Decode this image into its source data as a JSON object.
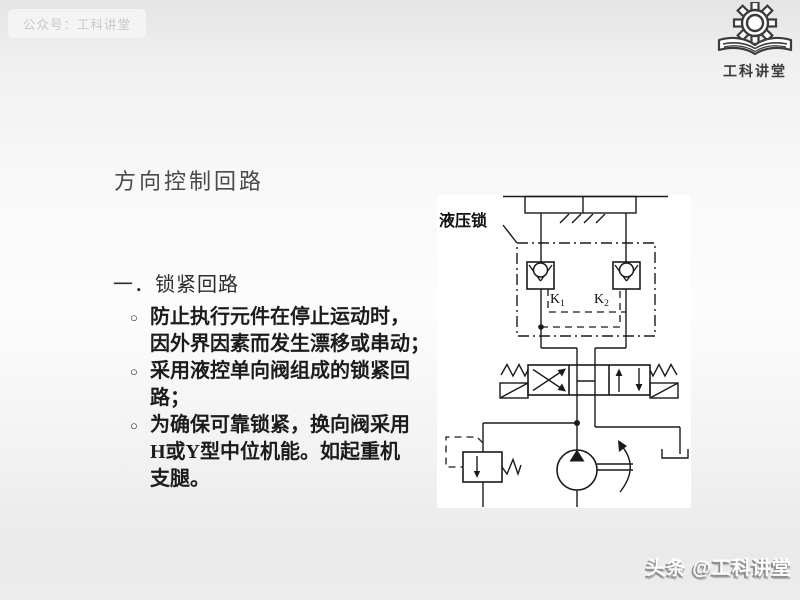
{
  "slide": {
    "badge_text": "公众号：工科讲堂",
    "logo": {
      "name": "工科讲堂"
    },
    "title": "方向控制回路",
    "watermark": "头条 @工科讲堂"
  },
  "content": {
    "heading": "一．锁紧回路",
    "bullet_marker": "○",
    "bullets": [
      {
        "lines": [
          "防止执行元件在停止运动时，",
          "因外界因素而发生漂移或串动；"
        ]
      },
      {
        "lines": [
          "采用液控单向阀组成的锁紧回",
          "路；"
        ]
      },
      {
        "lines": [
          "为确保可靠锁紧，换向阀采用",
          "H或Y型中位机能。如起重机",
          "支腿。"
        ]
      }
    ]
  },
  "diagram": {
    "labels": {
      "hydraulic_lock": "液压锁",
      "k1": {
        "base": "K",
        "sub": "1"
      },
      "k2": {
        "base": "K",
        "sub": "2"
      }
    },
    "line_color": "#1a1a1a",
    "panel_bg": "#ffffff"
  },
  "colors": {
    "badge_bg": "#f4f4f4",
    "badge_text": "#c8c8c8",
    "title_text": "#4a4a4a",
    "body_text": "#1c1c1c",
    "logo_ink": "#3c3c3c",
    "watermark_text": "#ffffff",
    "watermark_shadow": "#8f8f8f"
  }
}
